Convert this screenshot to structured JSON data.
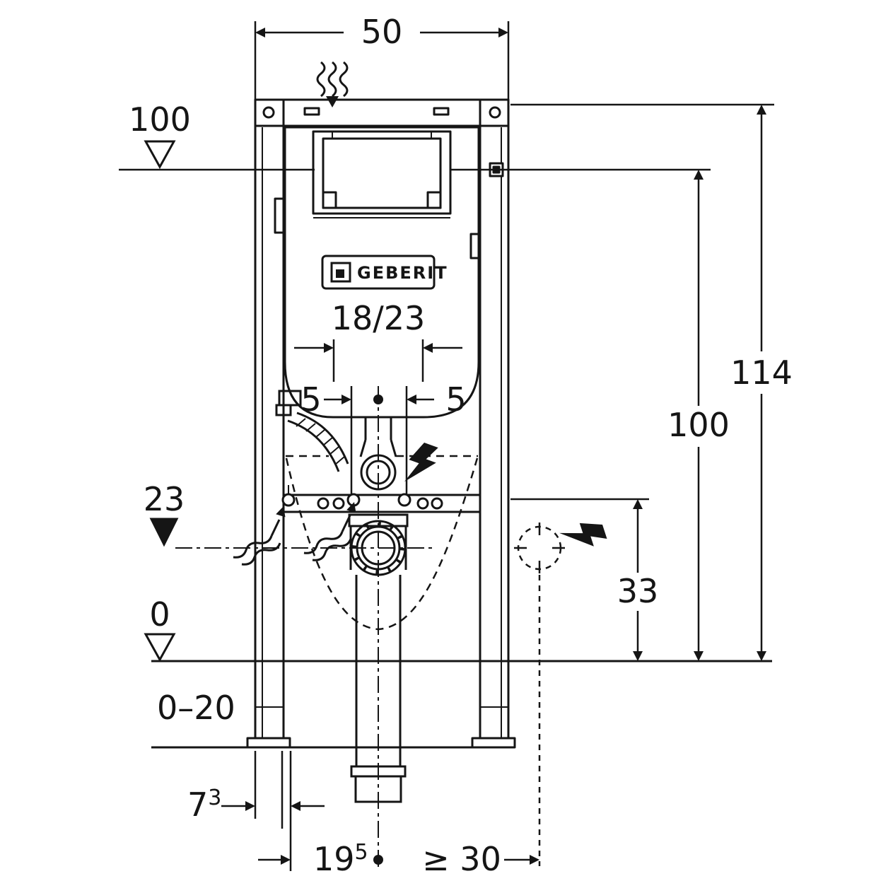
{
  "brand": {
    "logo": "GEBERIT"
  },
  "colors": {
    "line": "#151515",
    "background": "#ffffff"
  },
  "dims": {
    "frame_width": "50",
    "level_top": "100",
    "overall_height": "114",
    "anchor_height": "100",
    "outlet_level": "23",
    "floor_level": "0",
    "floor_buildup": "0–20",
    "connection_height": "33",
    "flush_pipe_spread": "18/23",
    "offset_left": "5",
    "offset_right": "5",
    "supply_offset": {
      "value": "7",
      "sup": "3"
    },
    "drain_offset": {
      "value": "19",
      "sup": "5"
    },
    "side_clearance": "≥ 30"
  },
  "icons": {
    "water_inlet": "wavy-arrow-down",
    "water_supply": "wavy-arrow-up-right",
    "electrical": "lightning-bolt",
    "electrical_box": "dashed-circle"
  }
}
